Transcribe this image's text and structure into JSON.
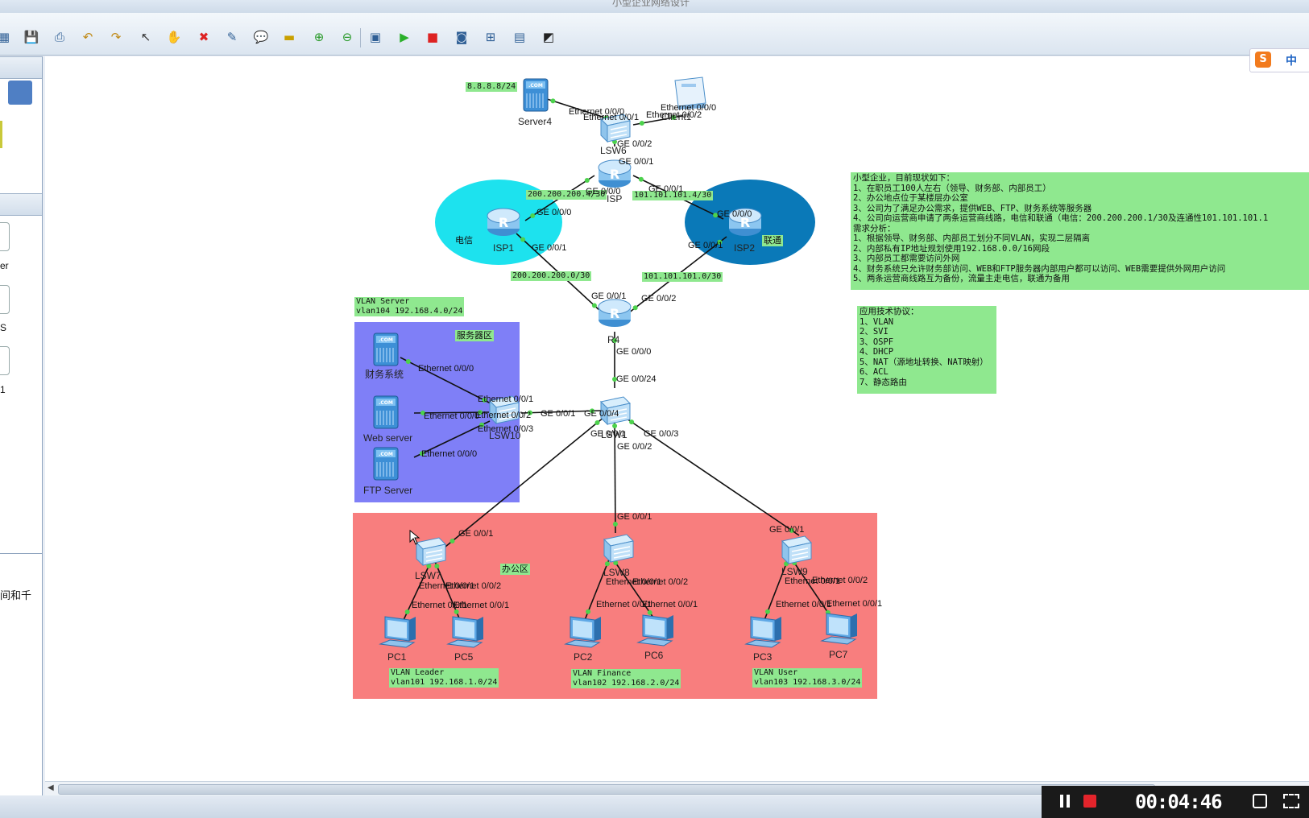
{
  "window": {
    "title": "小型企业网络设计"
  },
  "ime": {
    "label": "中"
  },
  "left_panel": {
    "item_labels": [
      "er",
      "S",
      "1"
    ],
    "desc": "间和千"
  },
  "recorder": {
    "time": "00:04:46"
  },
  "notes": {
    "requirements": "小型企业，目前现状如下：\n1、在职员工100人左右（领导、财务部、内部员工）\n2、办公地点位于某楼层办公室\n3、公司为了满足办公需求，提供WEB、FTP、财务系统等服务器\n4、公司向运营商申请了两条运营商线路，电信和联通（电信：200.200.200.1/30及连通性101.101.101.1\n需求分析：\n1、根据领导、财务部、内部员工划分不同VLAN，实现二层隔离\n2、内部私有IP地址规划使用192.168.0.0/16网段\n3、内部员工都需要访问外网\n4、财务系统只允许财务部访问、WEB和FTP服务器内部用户都可以访问、WEB需要提供外网用户访问\n5、两条运营商线路互为备份，流量主走电信，联通为备用",
    "protocols": "应用技术协议：\n1、VLAN\n2、SVI\n3、OSPF\n4、DHCP\n5、NAT（源地址转换、NAT映射）\n6、ACL\n7、静态路由"
  },
  "labels": {
    "dns": "8.8.8.8/24",
    "isp1_net": "200.200.200.4/30",
    "isp2_net": "101.101.101.4/30",
    "r4_isp1_net": "200.200.200.0/30",
    "r4_isp2_net": "101.101.101.0/30",
    "vlan_server": "VLAN Server\nvlan104 192.168.4.0/24",
    "vlan_leader": "VLAN Leader\nvlan101 192.168.1.0/24",
    "vlan_finance": "VLAN Finance\nvlan102 192.168.2.0/24",
    "vlan_user": "VLAN User\nvlan103 192.168.3.0/24",
    "server_zone": "服务器区",
    "office_zone": "办公区",
    "telecom": "电信",
    "unicom": "联通"
  },
  "devices": {
    "server4": "Server4",
    "client1": "Client1",
    "lsw6": "LSW6",
    "isp": "ISP",
    "isp1": "ISP1",
    "isp2": "ISP2",
    "r4": "R4",
    "lsw1": "LSW1",
    "lsw10": "LSW10",
    "finance_sys": "财务系统",
    "web_server": "Web server",
    "ftp_server": "FTP Server",
    "lsw7": "LSW7",
    "lsw8": "LSW8",
    "lsw9": "LSW9",
    "pc1": "PC1",
    "pc5": "PC5",
    "pc2": "PC2",
    "pc6": "PC6",
    "pc3": "PC3",
    "pc7": "PC7"
  },
  "ports": {
    "p1": "Ethernet 0/0/0",
    "p2": "Ethernet 0/0/1",
    "p3": "Ethernet 0/0/0",
    "p4": "Ethernet 0/0/2",
    "p5": "GE 0/0/2",
    "p6": "GE 0/0/1",
    "p7": "GE 0/0/0",
    "p8": "GE 0/0/1",
    "p9": "GE 0/0/0",
    "p10": "GE 0/0/0",
    "p11": "GE 0/0/1",
    "p12": "GE 0/0/1",
    "p13": "GE 0/0/1",
    "p14": "GE 0/0/2",
    "p15": "GE 0/0/0",
    "p16": "GE 0/0/24",
    "p17": "Ethernet 0/0/0",
    "p18": "Ethernet 0/0/1",
    "p19": "Ethernet 0/0/0",
    "p20": "Ethernet 0/0/2",
    "p21": "Ethernet 0/0/3",
    "p22": "Ethernet 0/0/0",
    "p23": "GE 0/0/1",
    "p24": "GE 0/0/4",
    "p25": "GE 0/0/1",
    "p26": "GE 0/0/3",
    "p27": "GE 0/0/2",
    "p28": "GE 0/0/1",
    "p29": "GE 0/0/1",
    "p30": "GE 0/0/1",
    "p31": "Ethernet 0/0/1",
    "p32": "Ethernet 0/0/2",
    "p33": "Ethernet 0/0/1",
    "p34": "Ethernet 0/0/1",
    "p35": "Ethernet 0/0/1",
    "p36": "Ethernet 0/0/2",
    "p37": "Ethernet 0/0/1",
    "p38": "Ethernet 0/0/1",
    "p39": "Ethernet 0/0/1",
    "p40": "Ethernet 0/0/2",
    "p41": "Ethernet 0/0/1",
    "p42": "Ethernet 0/0/1"
  },
  "colors": {
    "server_zone": "#7f7ff7",
    "office_zone": "#f87e7e",
    "telecom_zone": "#1de2ee",
    "unicom_zone": "#0a79b8",
    "label_bg": "#8fe88f",
    "link": "#111111"
  }
}
